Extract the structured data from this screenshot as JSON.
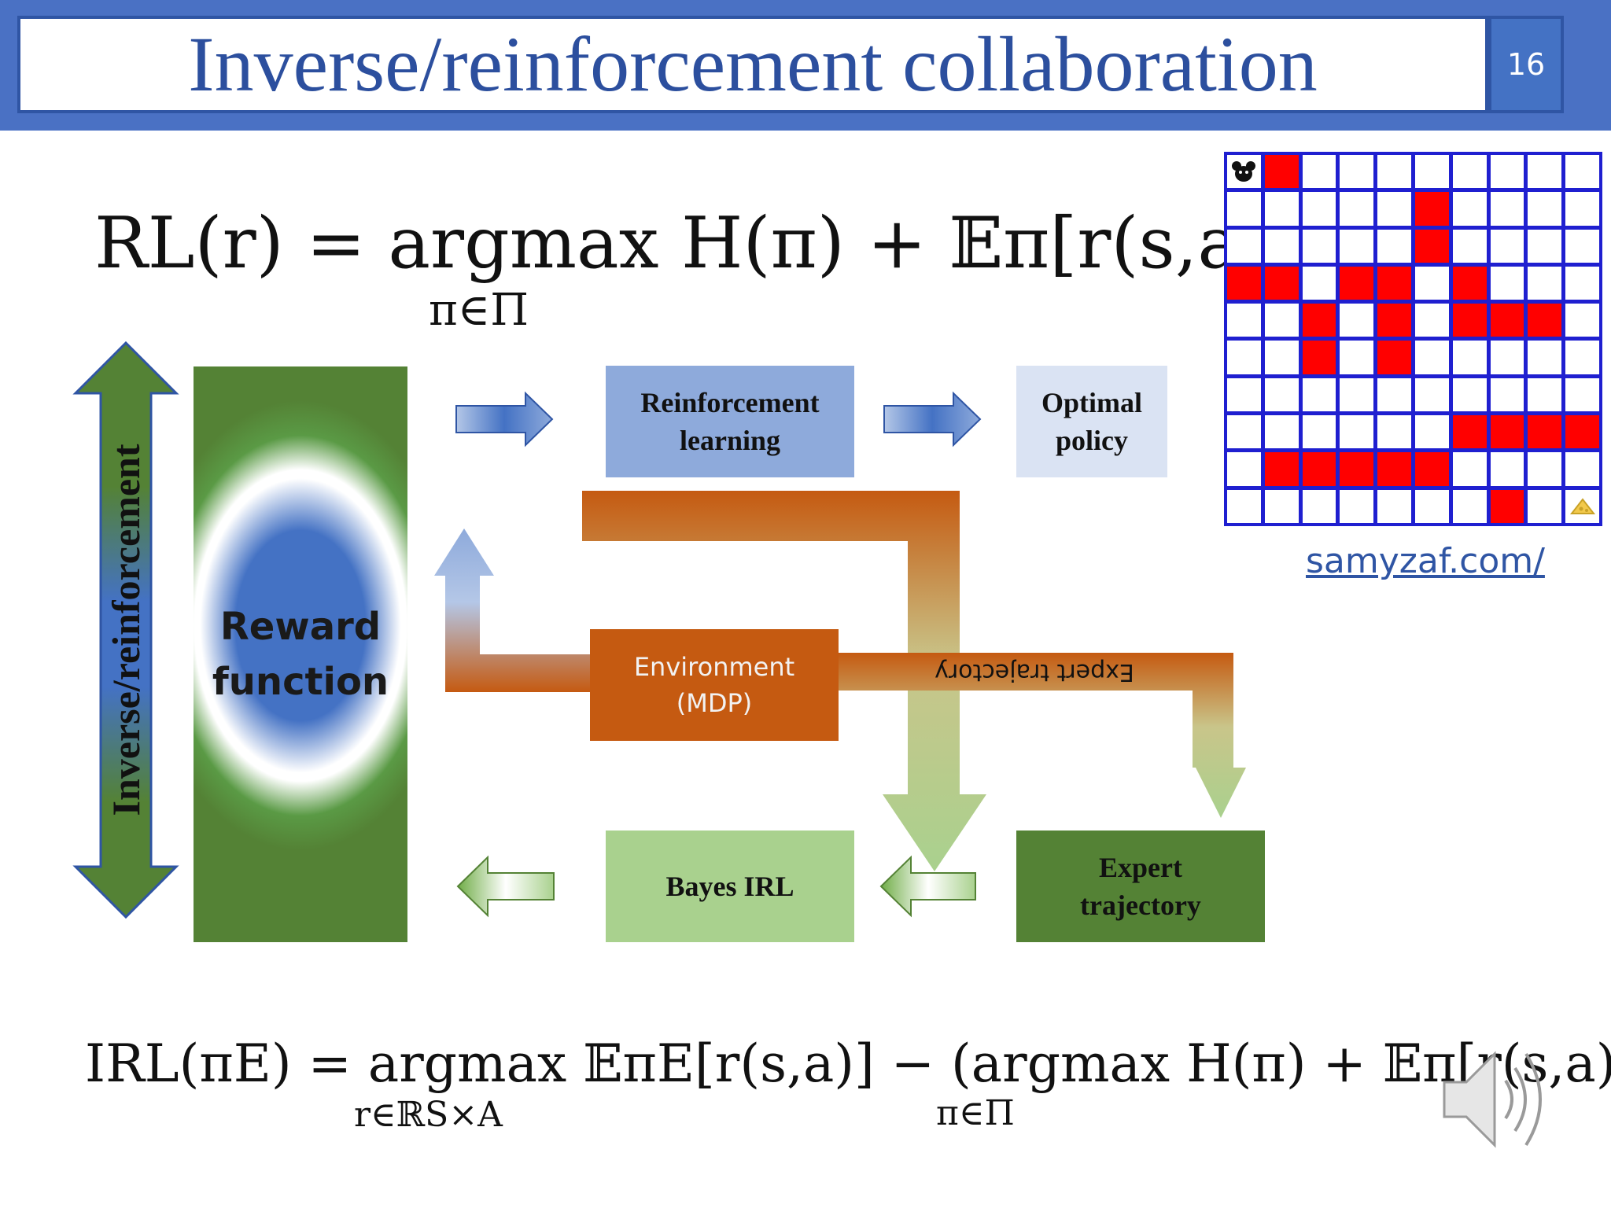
{
  "title": "Inverse/reinforcement collaboration",
  "page_number": "16",
  "equations": {
    "rl_main": "RL(r) = argmax H(π) + 𝔼π[r(s,a)]",
    "rl_sub": "π∈Π",
    "irl_main": "IRL(πE) = argmax 𝔼πE[r(s,a)] − (argmax H(π) + 𝔼π[r(s,a)])",
    "irl_sub1": "r∈ℝS×A",
    "irl_sub2": "π∈Π"
  },
  "diagram": {
    "vertical_label": "Inverse/reinforcement",
    "reward_function": [
      "Reward",
      "function"
    ],
    "reinforcement_learning": [
      "Reinforcement",
      "learning"
    ],
    "optimal_policy": [
      "Optimal",
      "policy"
    ],
    "environment": [
      "Environment",
      "(MDP)"
    ],
    "expert_trajectory_flow": "Expert trajectory",
    "bayes_irl": "Bayes IRL",
    "expert_trajectory": [
      "Expert",
      "trajectory"
    ]
  },
  "gridworld": {
    "rows": 10,
    "cols": 10,
    "walls": [
      [
        0,
        1
      ],
      [
        1,
        5
      ],
      [
        2,
        5
      ],
      [
        3,
        0
      ],
      [
        3,
        1
      ],
      [
        3,
        3
      ],
      [
        3,
        4
      ],
      [
        3,
        6
      ],
      [
        4,
        2
      ],
      [
        4,
        4
      ],
      [
        4,
        6
      ],
      [
        4,
        7
      ],
      [
        4,
        8
      ],
      [
        5,
        2
      ],
      [
        5,
        4
      ],
      [
        7,
        6
      ],
      [
        7,
        7
      ],
      [
        7,
        8
      ],
      [
        7,
        9
      ],
      [
        8,
        1
      ],
      [
        8,
        2
      ],
      [
        8,
        3
      ],
      [
        8,
        4
      ],
      [
        8,
        5
      ],
      [
        9,
        7
      ]
    ],
    "start_icon": "mouse-icon",
    "goal_icon": "cheese-icon",
    "colors": {
      "wall": "#ff0000",
      "grid": "#1f1fd0"
    }
  },
  "link": "samyzaf.com/",
  "colors": {
    "title_blue": "#4472c4",
    "orange": "#c55a11",
    "green": "#548235",
    "light_green": "#a9d18e"
  }
}
